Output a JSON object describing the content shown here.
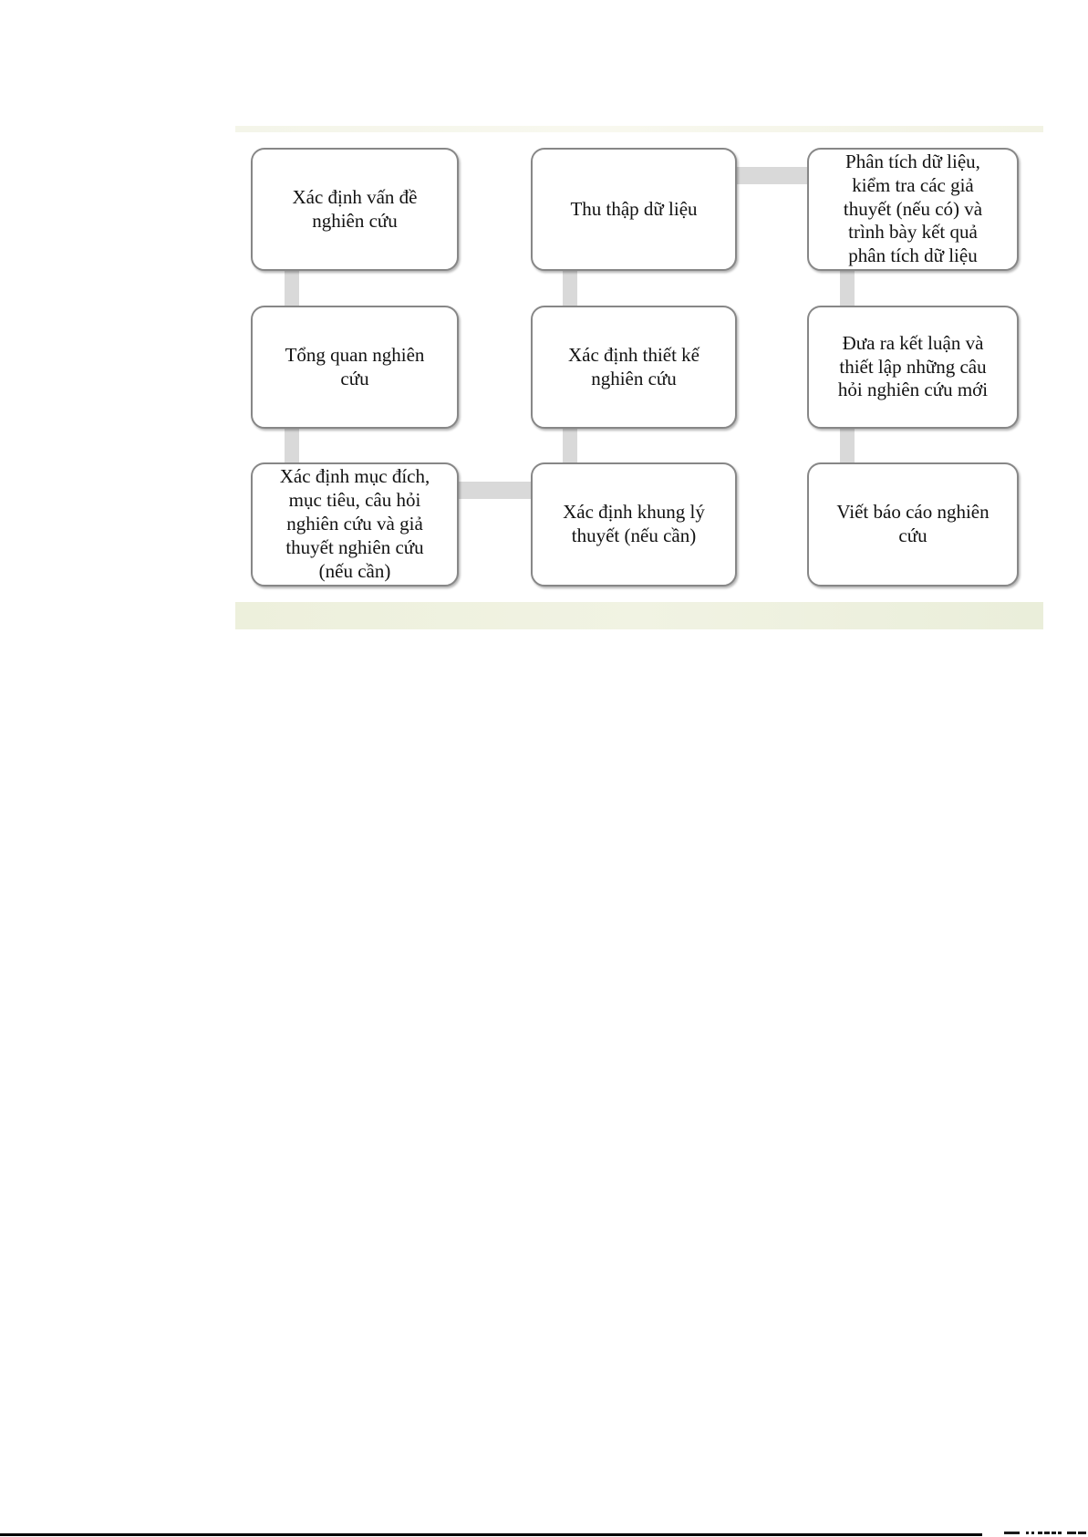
{
  "diagram": {
    "boxes": [
      {
        "label": "Xác định vấn đề\nnghiên cứu"
      },
      {
        "label": "Tổng quan nghiên\ncứu"
      },
      {
        "label": "Xác định mục đích,\nmục tiêu, câu hỏi\nnghiên cứu và giả\nthuyết nghiên cứu\n(nếu cần)"
      },
      {
        "label": "Thu thập dữ liệu"
      },
      {
        "label": "Xác định thiết kế\nnghiên cứu"
      },
      {
        "label": "Xác định khung lý\nthuyết (nếu cần)"
      },
      {
        "label": "Phân tích dữ liệu,\nkiểm tra các giả\nthuyết (nếu có) và\ntrình bày kết quả\nphân tích dữ liệu"
      },
      {
        "label": "Đưa ra kết luận và\nthiết lập những câu\nhỏi nghiên cứu mới"
      },
      {
        "label": "Viết báo cáo nghiên\ncứu"
      }
    ],
    "colors": {
      "box_fill": "#ffffff",
      "box_border": "#878787",
      "connector": "#d9d9d9",
      "top_bar": "#f4f5e9",
      "bottom_bar": "#edf0dc",
      "text": "#121212",
      "bottom_rule": "#000000"
    }
  }
}
